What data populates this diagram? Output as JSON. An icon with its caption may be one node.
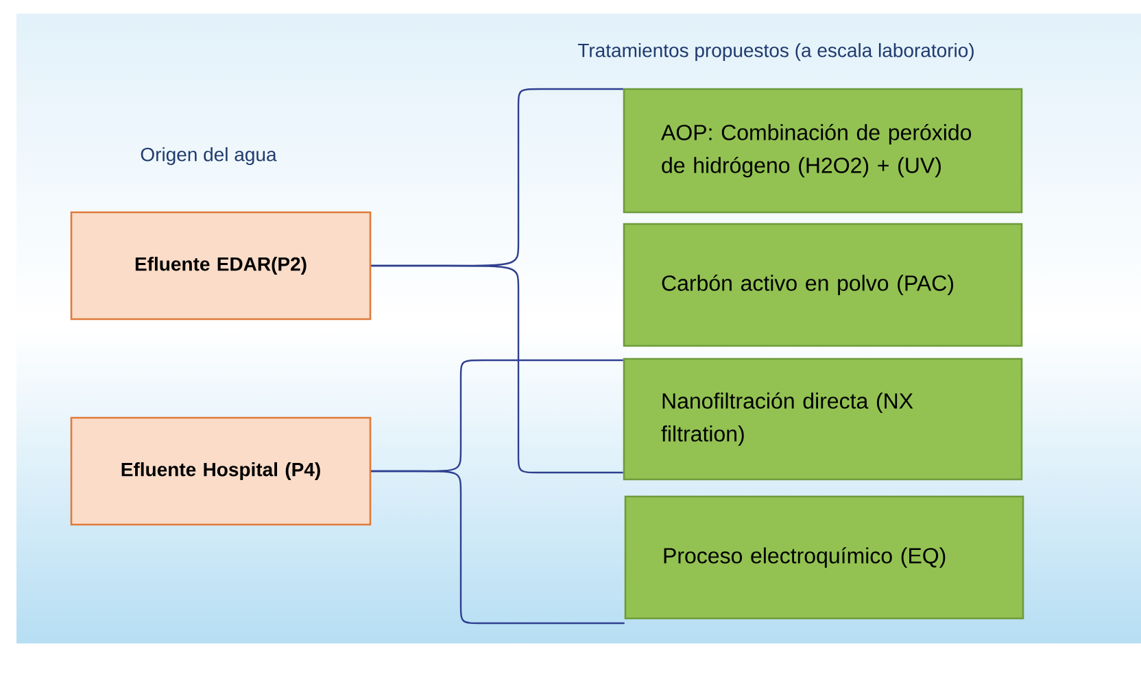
{
  "diagram": {
    "title": "Tratamientos propuestos (a escala laboratorio)",
    "nodes": [
      {
        "text": [
          "**Efluente EDAR(P2)**"
        ]
      },
      {
        "text": [
          "**Efluente Hospital (P4)**"
        ]
      },
      {
        "text": [
          "AOP: Combinación de peróxido de hidrógeno (H2O2) + (UV)"
        ]
      },
      {
        "text": [
          "Carbón activo en polvo (PAC)"
        ]
      },
      {
        "text": [
          "Nanofiltración directa (NX filtration)"
        ]
      },
      {
        "text": [
          "Proceso electroquímico (EQ)"
        ]
      }
    ],
    "edges": [
      {
        "from": 0,
        "to": 2,
        "arrow": "none"
      },
      {
        "from": 0,
        "to": 4,
        "arrow": "none"
      },
      {
        "from": 1,
        "to": 4,
        "arrow": "none"
      },
      {
        "from": 1,
        "to": 5,
        "arrow": "none"
      }
    ],
    "labels": [
      "Origen del agua"
    ]
  }
}
